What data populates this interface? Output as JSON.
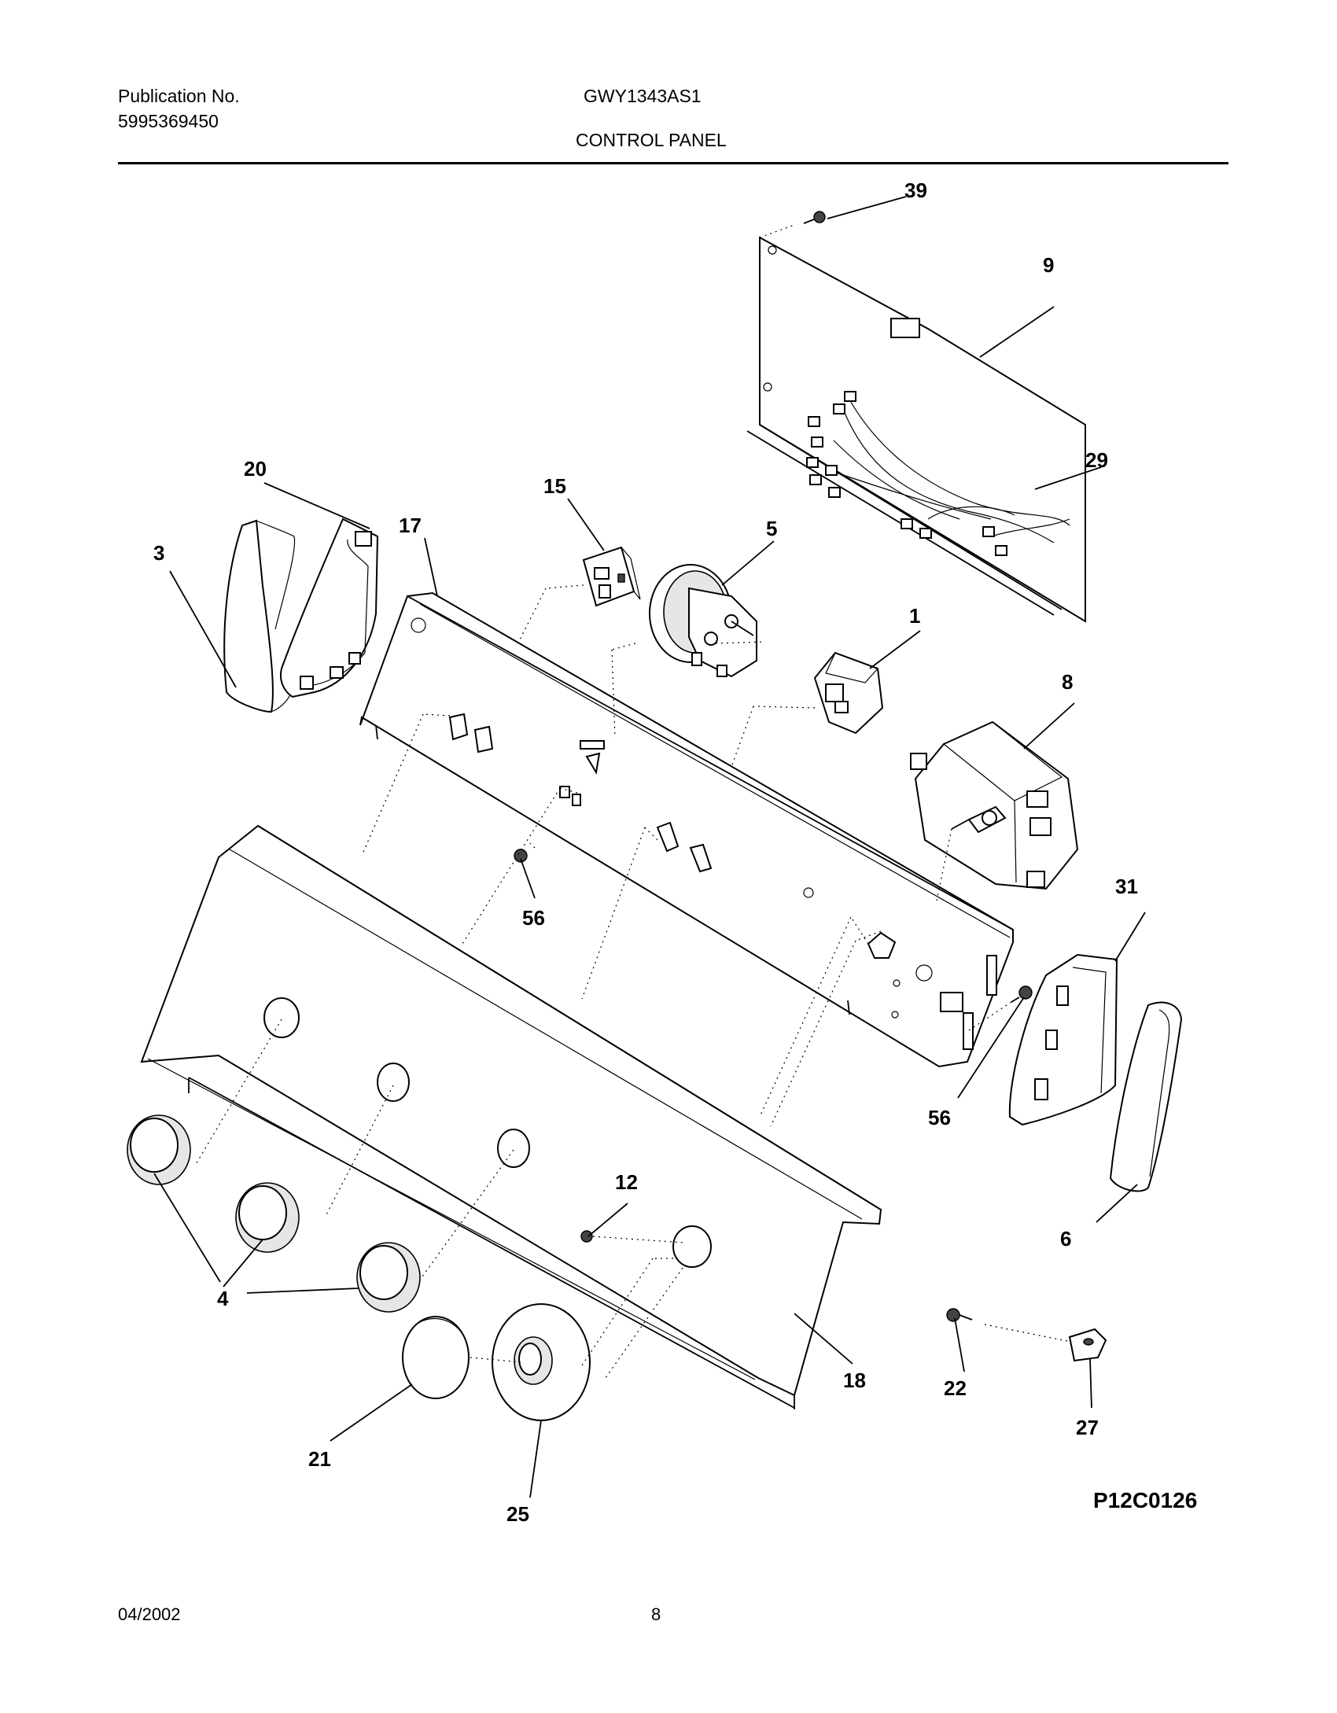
{
  "header": {
    "publication_label": "Publication No.",
    "publication_number": "5995369450",
    "model": "GWY1343AS1",
    "section": "CONTROL PANEL"
  },
  "callouts": [
    "39",
    "9",
    "29",
    "20",
    "15",
    "5",
    "17",
    "3",
    "1",
    "8",
    "56",
    "56",
    "31",
    "6",
    "12",
    "4",
    "18",
    "22",
    "27",
    "21",
    "25"
  ],
  "illustration_code": "P12C0126",
  "footer": {
    "date": "04/2002",
    "page": "8"
  }
}
